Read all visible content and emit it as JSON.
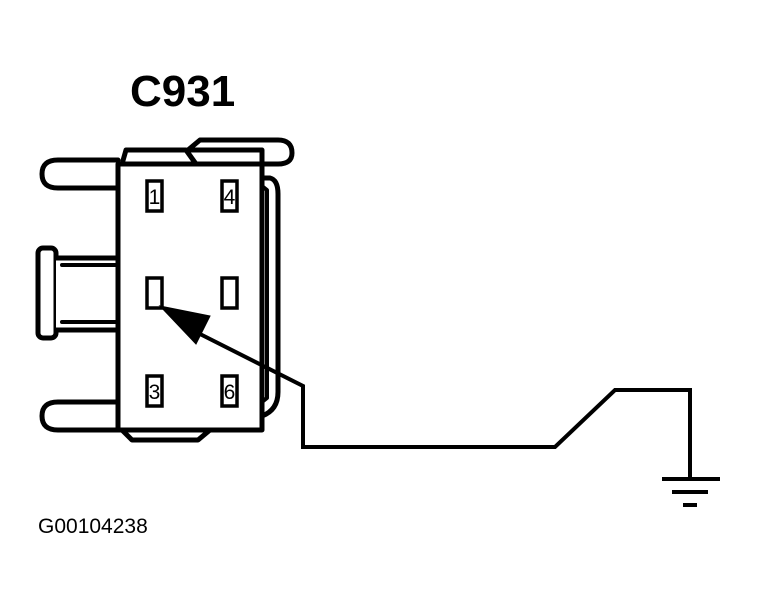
{
  "connector": {
    "title": "C931",
    "pins": [
      {
        "label": "1"
      },
      {
        "label": "4"
      },
      {
        "label": ""
      },
      {
        "label": ""
      },
      {
        "label": "3"
      },
      {
        "label": "6"
      }
    ]
  },
  "figure_id": "G00104238",
  "colors": {
    "stroke": "#000000",
    "background": "#ffffff"
  },
  "icons": [
    "ground-symbol",
    "arrow"
  ]
}
